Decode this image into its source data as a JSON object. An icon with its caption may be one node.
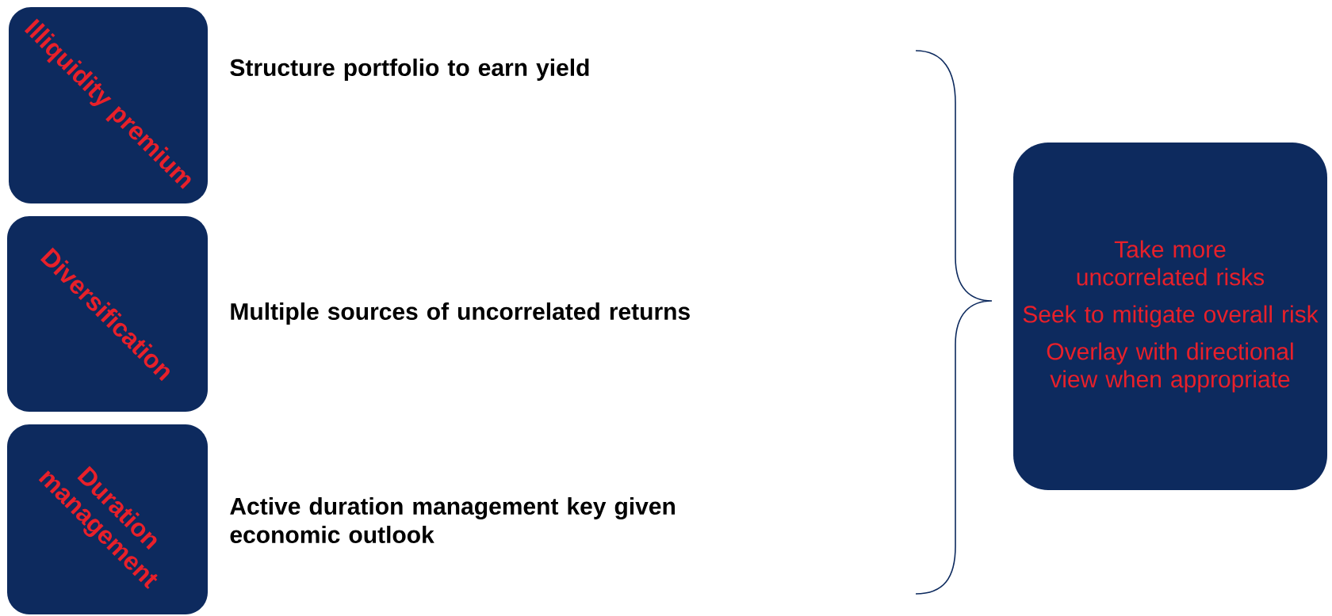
{
  "diagram": {
    "nodes": [
      {
        "text": [
          "Illiquidity premium"
        ],
        "beside": [
          "Structure portfolio to earn yield"
        ]
      },
      {
        "text": [
          "Diversification"
        ],
        "beside": [
          "Multiple sources of uncorrelated returns"
        ]
      },
      {
        "text": [
          "Duration management"
        ],
        "beside": [
          "Active duration management key given economic outlook"
        ]
      },
      {
        "text": [
          "Take more uncorrelated risks",
          "Seek to mitigate overall risk",
          "Overlay with directional view when appropriate"
        ]
      }
    ]
  }
}
